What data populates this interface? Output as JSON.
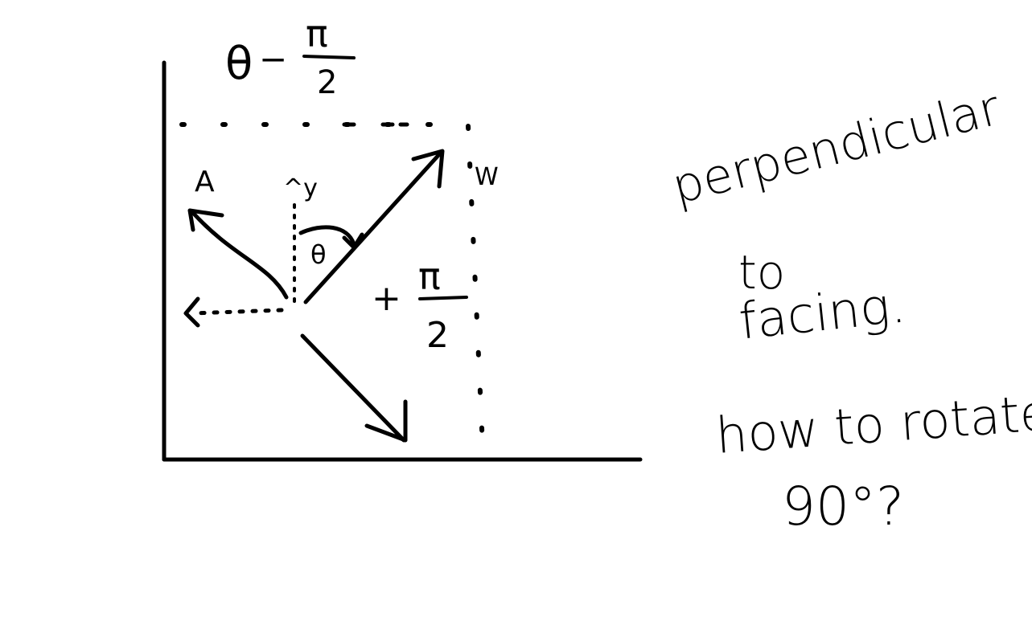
{
  "diagram": {
    "label_top": "θ−π/2",
    "label_top_theta": "θ",
    "label_top_minus": "−",
    "label_top_pi": "π",
    "label_top_2": "2",
    "label_a": "A",
    "label_w": "W",
    "label_y": "^y",
    "label_theta": "θ",
    "label_plus": "+",
    "label_plus_pi": "π",
    "label_plus_2": "2"
  },
  "notes": {
    "perpendicular": "perpendicular",
    "to": "to",
    "facing": "facing.",
    "question_line1": "how to rotate",
    "question_line2": "90°?"
  },
  "colors": {
    "ink": "#000000",
    "background": "#ffffff"
  }
}
